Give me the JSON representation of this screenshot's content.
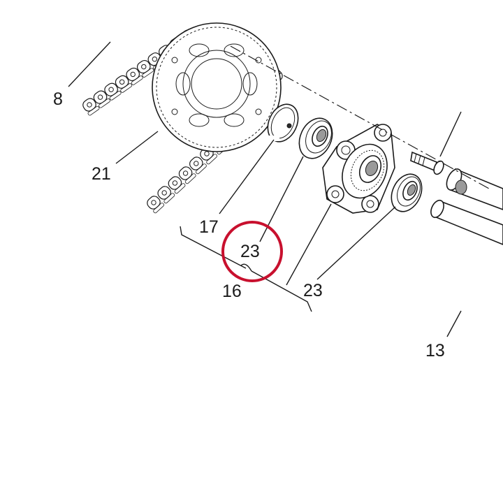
{
  "labels": {
    "part_8": "8",
    "part_21": "21",
    "part_17": "17",
    "part_23_a": "23",
    "part_16": "16",
    "part_23_b": "23",
    "part_13": "13"
  },
  "colors": {
    "highlight": "#c8102e",
    "line": "#1a1a1a",
    "background": "#ffffff"
  }
}
